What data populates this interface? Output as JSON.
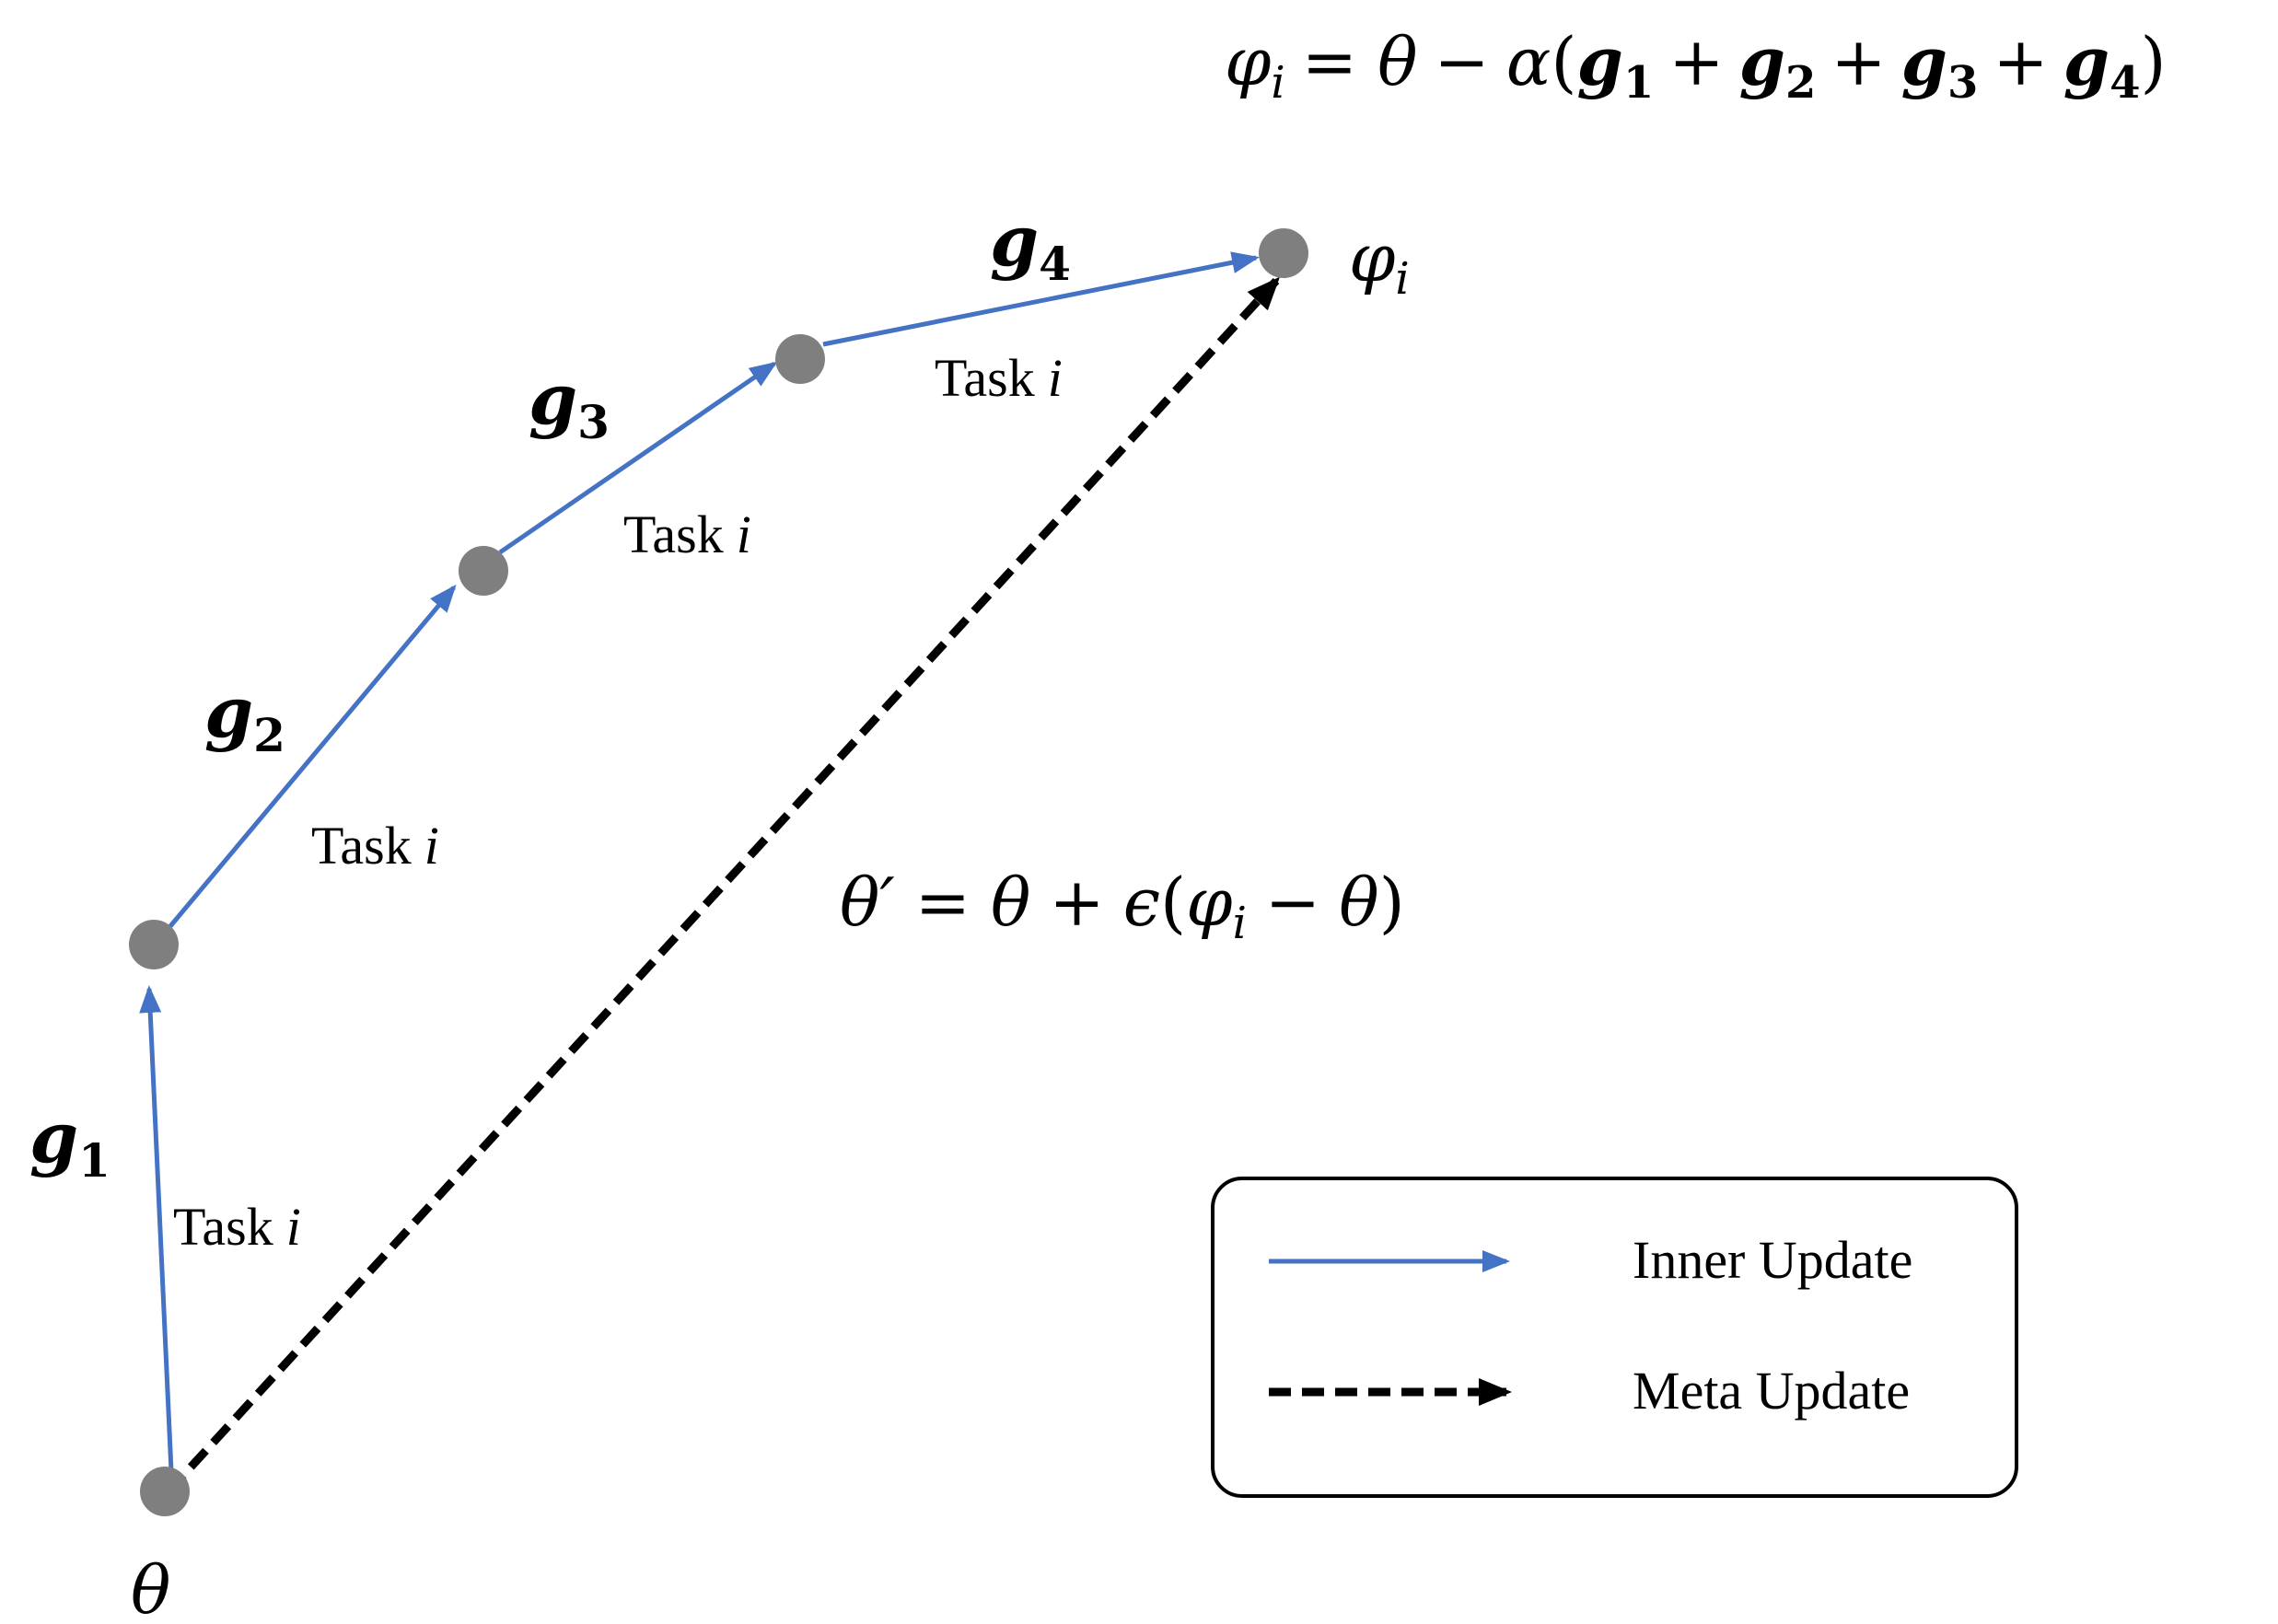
{
  "formulas": {
    "phi_definition": {
      "lhs": "φ",
      "lhs_sub": "i",
      "equals": "=",
      "theta": "θ",
      "minus": "−",
      "alpha": "α",
      "open": "(",
      "g": "g",
      "subs": [
        "1",
        "2",
        "3",
        "4"
      ],
      "plus": "+",
      "close": ")"
    },
    "meta_update": {
      "theta_prime": "θ′",
      "equals": "=",
      "theta": "θ",
      "plus": "+",
      "epsilon": "ϵ",
      "open": "(",
      "phi": "φ",
      "phi_sub": "i",
      "minus": "−",
      "theta2": "θ",
      "close": ")"
    }
  },
  "points": {
    "start": {
      "symbol": "θ"
    },
    "end": {
      "symbol": "φ",
      "sub": "i"
    }
  },
  "steps": [
    {
      "g": "g",
      "sub": "1",
      "task_label": "Task",
      "task_var": "i"
    },
    {
      "g": "g",
      "sub": "2",
      "task_label": "Task",
      "task_var": "i"
    },
    {
      "g": "g",
      "sub": "3",
      "task_label": "Task",
      "task_var": "i"
    },
    {
      "g": "g",
      "sub": "4",
      "task_label": "Task",
      "task_var": "i"
    }
  ],
  "legend": {
    "inner_update": "Inner Update",
    "meta_update": "Meta Update"
  },
  "colors": {
    "inner_arrow": "#4472C4",
    "meta_arrow": "#000000",
    "node": "#7F7F7F",
    "legend_border": "#000000"
  }
}
